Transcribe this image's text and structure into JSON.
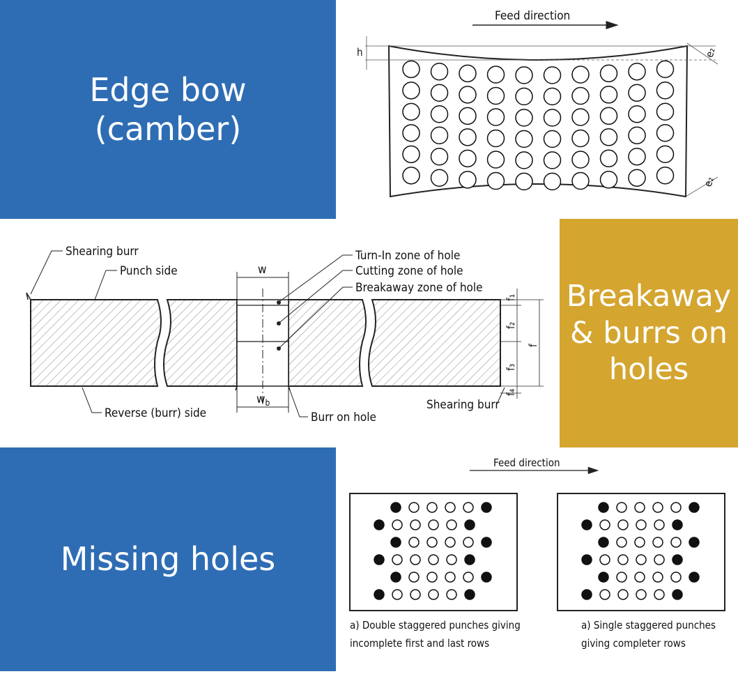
{
  "panels": {
    "edge_bow": {
      "label_line1": "Edge bow",
      "label_line2": "(camber)"
    },
    "breakaway": {
      "label_line1": "Breakaway",
      "label_line2": "& burrs on",
      "label_line3": "holes"
    },
    "missing": {
      "label": "Missing holes"
    }
  },
  "diagram_top": {
    "feed_direction": "Feed direction",
    "left_dim": "h",
    "right_dim_top": "e₂",
    "right_dim_bottom": "e₂"
  },
  "diagram_middle": {
    "shearing_burr_top": "Shearing burr",
    "punch_side": "Punch side",
    "w_label": "w",
    "wb_label": "w",
    "wb_sub": "b",
    "turn_in": "Turn-In zone of hole",
    "cutting": "Cutting zone of hole",
    "breakaway_zone": "Breakaway zone of hole",
    "reverse_side": "Reverse (burr) side",
    "burr_on_hole": "Burr on hole",
    "shearing_burr_bottom": "Shearing burr",
    "f": "f",
    "f1": "f₁",
    "f2": "f₂",
    "f3": "f₃",
    "f4": "f₄"
  },
  "diagram_bottom": {
    "feed_direction": "Feed direction",
    "caption_a_line1": "a) Double staggered punches giving",
    "caption_a_line2": "incomplete first and last rows",
    "caption_b_line1": "a) Single staggered punches",
    "caption_b_line2": "giving completer rows"
  }
}
